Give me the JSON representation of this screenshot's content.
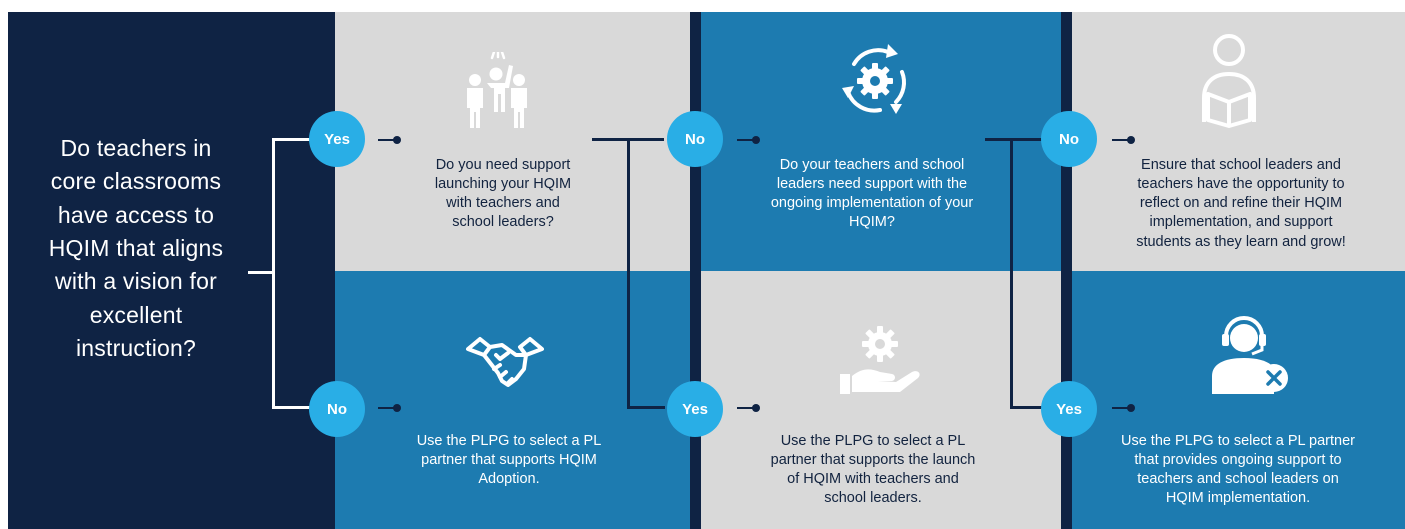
{
  "question": "Do teachers in core classrooms have access to HQIM that aligns with a vision for excellent instruction?",
  "columns": [
    {
      "top": {
        "badge": "Yes",
        "text": "Do you need support launching your HQIM with teachers and school leaders?",
        "icon": "people-raising-hand-icon"
      },
      "bottom": {
        "badge": "No",
        "text": "Use the PLPG to select a PL partner that supports HQIM Adoption.",
        "icon": "handshake-icon"
      }
    },
    {
      "top": {
        "badge": "No",
        "text": "Do your teachers and school leaders need support with the ongoing implementation of your HQIM?",
        "icon": "gear-cycle-icon"
      },
      "bottom": {
        "badge": "Yes",
        "text": "Use the PLPG to select a PL partner that supports the launch of HQIM with teachers and school leaders.",
        "icon": "gear-in-hand-icon"
      }
    },
    {
      "top": {
        "badge": "No",
        "text": "Ensure that school leaders and teachers have the opportunity to reflect on and refine their HQIM implementation, and support students as they learn and grow!",
        "icon": "reading-person-icon"
      },
      "bottom": {
        "badge": "Yes",
        "text": "Use the PLPG to select a PL partner that provides ongoing support to teachers and school leaders on HQIM implementation.",
        "icon": "support-agent-icon"
      }
    }
  ],
  "colors": {
    "navy": "#0f2344",
    "blue": "#1d7bb0",
    "gray": "#d9d9d9",
    "badge": "#29aee6"
  }
}
